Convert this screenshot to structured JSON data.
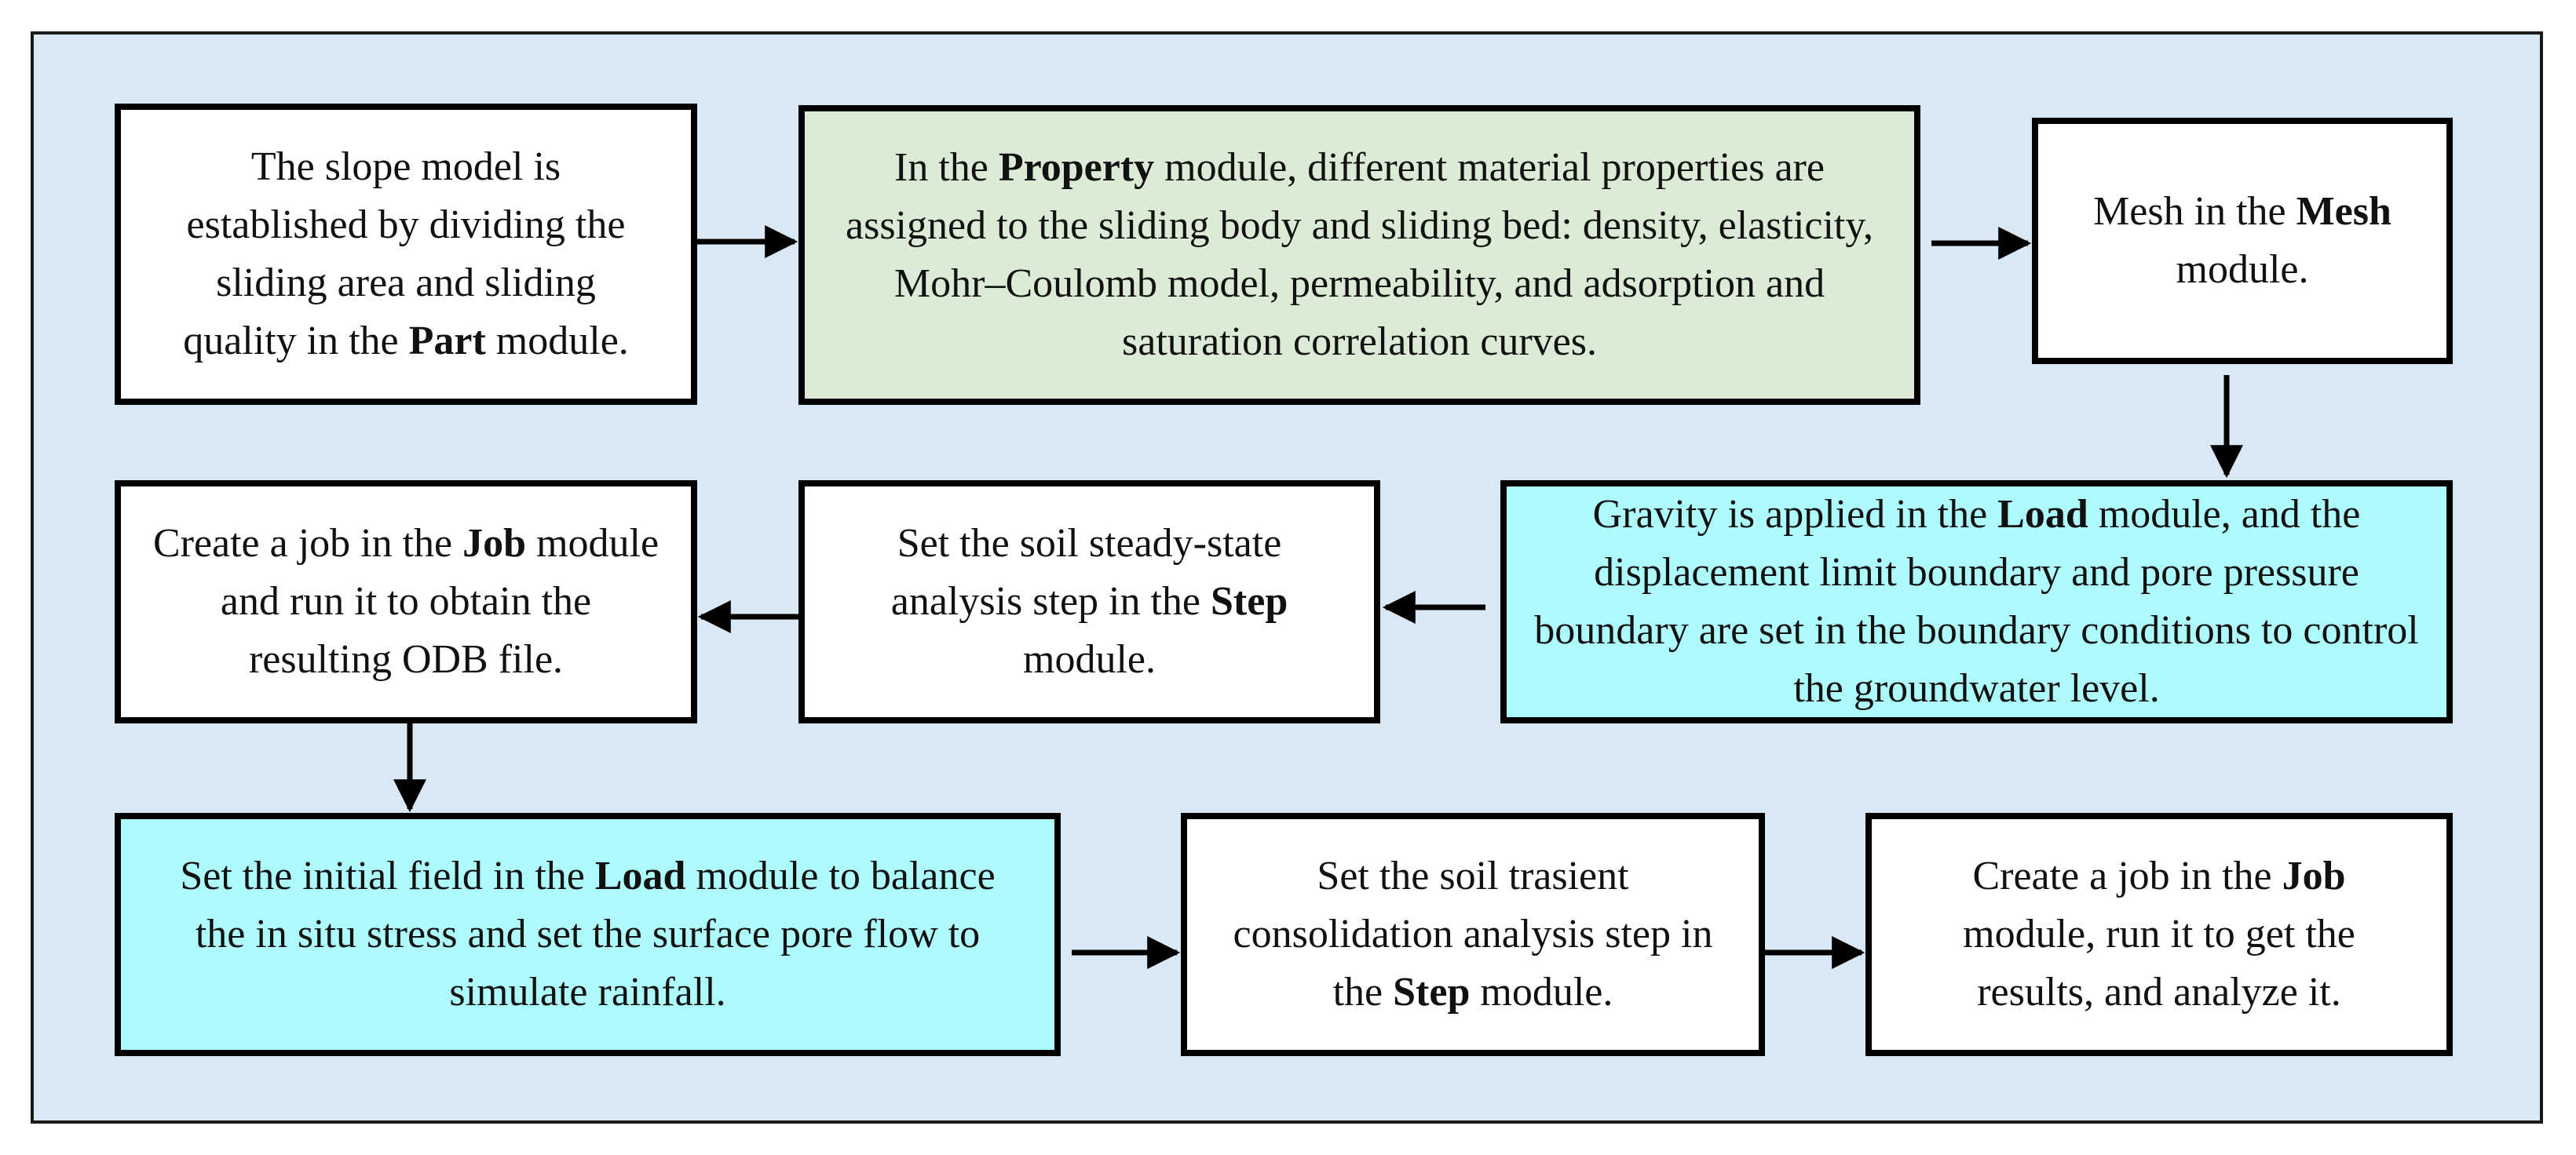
{
  "colors": {
    "panel": "#d9e8f5",
    "box_default": "#ffffff",
    "box_green": "#dcebd6",
    "box_cyan": "#aefbfd",
    "border": "#000000"
  },
  "steps": {
    "part": {
      "pre": "The slope model is established by dividing the sliding area and sliding quality in the ",
      "keyword": "Part",
      "post": " module."
    },
    "property": {
      "pre": "In the ",
      "keyword": "Property",
      "post": " module, different material properties are assigned to the sliding body and sliding bed: density, elasticity, Mohr–Coulomb model, permeability, and adsorption and saturation correlation curves."
    },
    "mesh": {
      "pre": "Mesh in the ",
      "keyword": "Mesh",
      "post": " module."
    },
    "load_gravity": {
      "pre": "Gravity is applied in the ",
      "keyword": "Load",
      "post": " module, and the displacement limit boundary and pore pressure boundary are set in the boundary conditions to control the groundwater level."
    },
    "step_steady": {
      "pre": "Set the soil steady-state analysis step in the ",
      "keyword": "Step",
      "post": " module."
    },
    "job_odb": {
      "pre": "Create a job in the ",
      "keyword": "Job",
      "post": " module and run it to obtain the resulting ODB file."
    },
    "load_initial": {
      "pre": "Set the initial field in the ",
      "keyword": "Load",
      "post": " module to balance the in situ stress and set the surface pore flow to simulate rainfall."
    },
    "step_transient": {
      "pre": "Set the soil trasient consolidation analysis step in the ",
      "keyword": "Step",
      "post": " module."
    },
    "job_results": {
      "pre": "Create a job in the ",
      "keyword": "Job",
      "post": " module, run it to get the results, and analyze it."
    }
  }
}
